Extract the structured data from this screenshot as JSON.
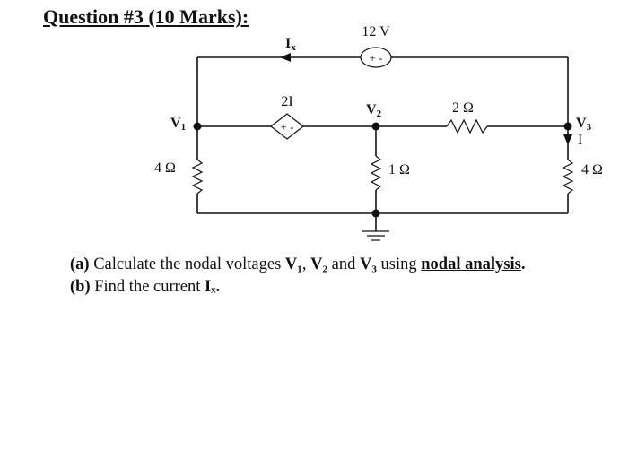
{
  "heading": "Question #3 (10 Marks):",
  "circuit": {
    "voltage_source_value": "12 V",
    "voltage_source_polarity": "+ -",
    "dependent_source_value": "2I",
    "dependent_source_polarity": "+ -",
    "current_ix_main": "I",
    "current_ix_sub": "x",
    "current_i_label": "I",
    "node_v1_main": "V",
    "node_v1_sub": "1",
    "node_v2_main": "V",
    "node_v2_sub": "2",
    "node_v3_main": "V",
    "node_v3_sub": "3",
    "resistor_left": "4 Ω",
    "resistor_middle": "1 Ω",
    "resistor_top_right": "2 Ω",
    "resistor_right": "4 Ω"
  },
  "question_a": {
    "tag": "(a)",
    "text1": " Calculate the nodal voltages ",
    "v1": "V₁",
    "sep1": ", ",
    "v2": "V₂",
    "sep2": " and ",
    "v3": "V₃",
    "text2": " using ",
    "method": "nodal analysis",
    "end": "."
  },
  "question_b": {
    "tag": "(b)",
    "text1": " Find the current ",
    "ix": "Iₓ",
    "end": "."
  }
}
